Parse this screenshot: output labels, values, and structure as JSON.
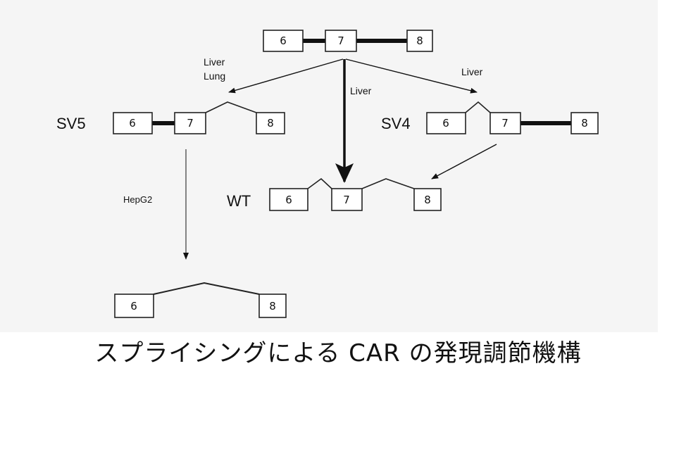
{
  "exons": {
    "e6": "6",
    "e7": "7",
    "e8": "8"
  },
  "variants": {
    "sv5": "SV5",
    "sv4": "SV4",
    "wt": "WT"
  },
  "arrow_labels": {
    "liver_lung_1": "Liver",
    "liver_lung_2": "Lung",
    "liver_center": "Liver",
    "liver_right": "Liver",
    "hepg2": "HepG2"
  },
  "caption": "スプライシングによる CAR の発現調節機構"
}
